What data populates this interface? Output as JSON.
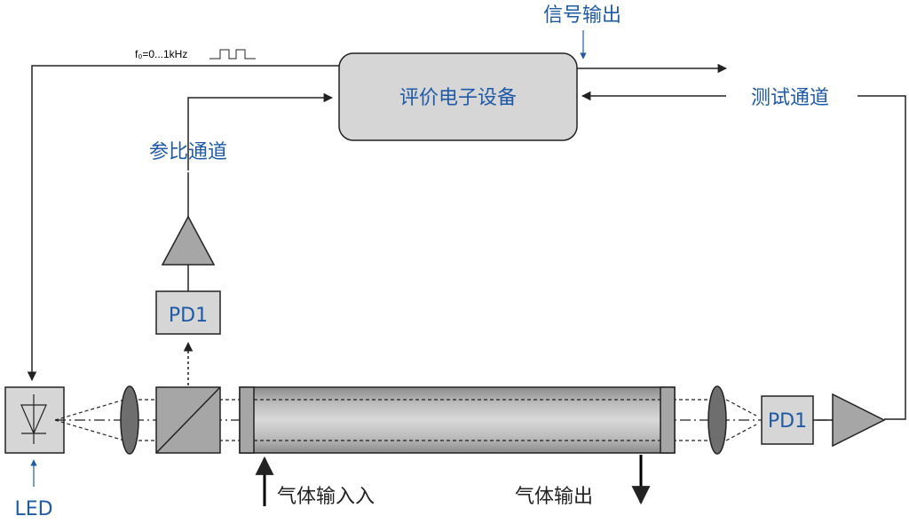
{
  "labels": {
    "signal_output": "信号输出",
    "evaluation_unit": "评价电子设备",
    "measurement_channel": "测试通道",
    "reference_channel": "参比通道",
    "pd1_reference": "PD1",
    "pd1_measurement": "PD1",
    "led": "LED",
    "gas_inlet": "气体输入入",
    "gas_outlet": "气体输出",
    "modulation": "f₀=0...1kHz"
  },
  "colors": {
    "label_blue": "#1f5aa6",
    "box_fill": "#d6d6d6",
    "component_gray": "#a6a6a6",
    "lens_gray": "#6e6e6e",
    "line": "#222222"
  }
}
